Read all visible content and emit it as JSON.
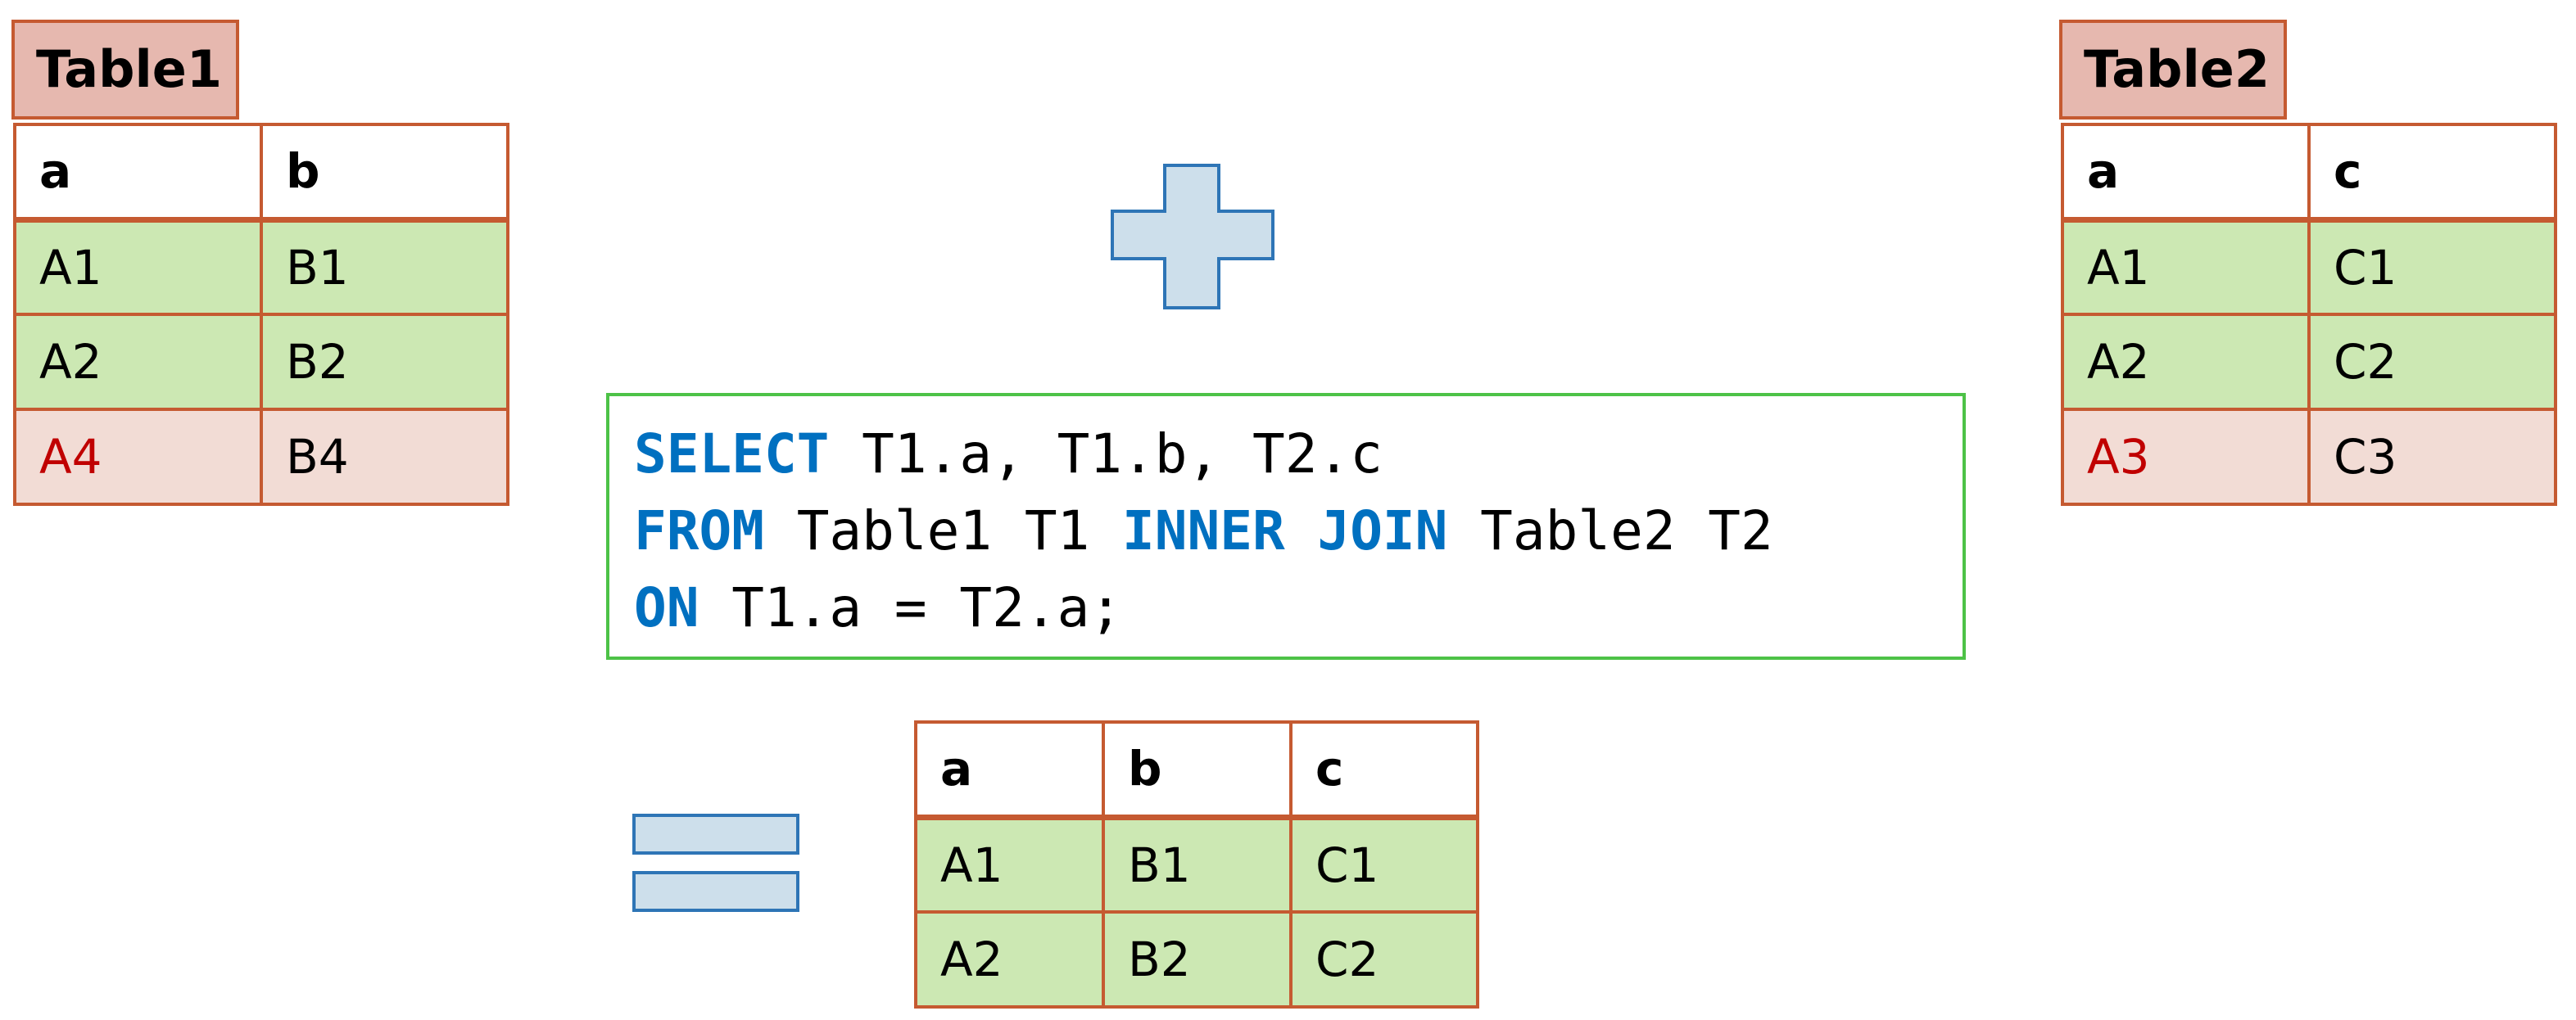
{
  "table1": {
    "title": "Table1",
    "columns": [
      "a",
      "b"
    ],
    "rows": [
      {
        "cells": [
          "A1",
          "B1"
        ],
        "matched": true
      },
      {
        "cells": [
          "A2",
          "B2"
        ],
        "matched": true
      },
      {
        "cells": [
          "A4",
          "B4"
        ],
        "matched": false
      }
    ]
  },
  "table2": {
    "title": "Table2",
    "columns": [
      "a",
      "c"
    ],
    "rows": [
      {
        "cells": [
          "A1",
          "C1"
        ],
        "matched": true
      },
      {
        "cells": [
          "A2",
          "C2"
        ],
        "matched": true
      },
      {
        "cells": [
          "A3",
          "C3"
        ],
        "matched": false
      }
    ]
  },
  "query": {
    "line1": {
      "kw1": "SELECT",
      "rest1": " T1.a, T1.b, T2.c"
    },
    "line2": {
      "kw1": "FROM",
      "rest1": " Table1 T1 ",
      "kw2": "INNER JOIN",
      "rest2": " Table2 T2"
    },
    "line3": {
      "kw1": "ON",
      "rest1": " T1.a = T2.a;"
    }
  },
  "result": {
    "columns": [
      "a",
      "b",
      "c"
    ],
    "rows": [
      {
        "cells": [
          "A1",
          "B1",
          "C1"
        ]
      },
      {
        "cells": [
          "A2",
          "B2",
          "C2"
        ]
      }
    ]
  },
  "operators": {
    "plus_icon": "plus-icon",
    "equals_icon": "equals-icon"
  },
  "colors": {
    "table_border": "#c55a31",
    "title_fill": "#e6b8af",
    "matched_row": "#cce8b3",
    "unmatched_row": "#f2dcd5",
    "unmatched_key_text": "#c00000",
    "sql_keyword": "#0070c0",
    "sql_box_border": "#4dc247",
    "operator_fill": "#cddfeb",
    "operator_stroke": "#2e75b6"
  }
}
